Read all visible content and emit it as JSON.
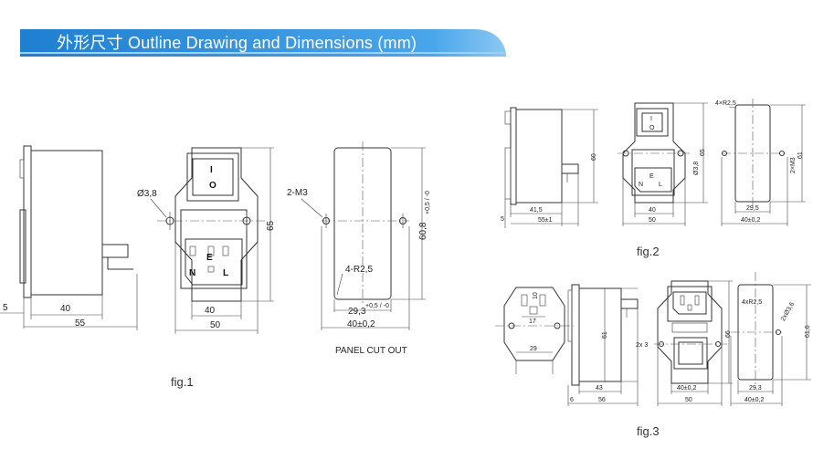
{
  "header": {
    "title": "外形尺寸 Outline Drawing and Dimensions (mm)",
    "banner_color": "#1f7fd0"
  },
  "fig1": {
    "caption": "fig.1",
    "panel_cutout_label": "PANEL CUT OUT",
    "dims": {
      "d5": "5",
      "d40_side": "40",
      "d55": "55",
      "hole_dia": "Ø3,8",
      "d40_front": "40",
      "d50": "50",
      "d65": "65",
      "screws": "2-M3",
      "corner_radius": "4-R2,5",
      "cut_w": "29,3",
      "cut_w_tol": "+0,5 / -0",
      "cut_h": "60,8",
      "cut_h_tol": "+0,5 / -0",
      "cut_total": "40±0,2"
    },
    "switch": {
      "on": "I",
      "off": "O"
    },
    "socket": {
      "n": "N",
      "e": "E",
      "l": "L"
    }
  },
  "fig2": {
    "caption": "fig.2",
    "dims": {
      "d60": "60",
      "d41_5": "41,5",
      "d55_1": "55±1",
      "d5": "5",
      "d40": "40",
      "d50": "50",
      "d65": "65",
      "hole_dia": "Ø3,8",
      "corner": "4×R2,5",
      "screws": "2×M3",
      "cut_w": "29,5",
      "cut_total": "40±0,2",
      "cut_h": "61"
    },
    "switch": {
      "on": "I",
      "off": "O"
    },
    "socket": {
      "n": "N",
      "e": "E",
      "l": "L"
    }
  },
  "fig3": {
    "caption": "fig.3",
    "dims": {
      "d10": "10",
      "d17": "17",
      "d29": "29",
      "d61": "61",
      "d43": "43",
      "d56": "56",
      "d6": "6",
      "d2x3": "2x 3",
      "d40_02": "40±0,2",
      "d50": "50",
      "d66": "66",
      "corner": "4xR2,5",
      "screws": "2xØ3,6",
      "cut_w": "29,3",
      "cut_h": "61,6",
      "cut_total": "40±0,2"
    }
  }
}
